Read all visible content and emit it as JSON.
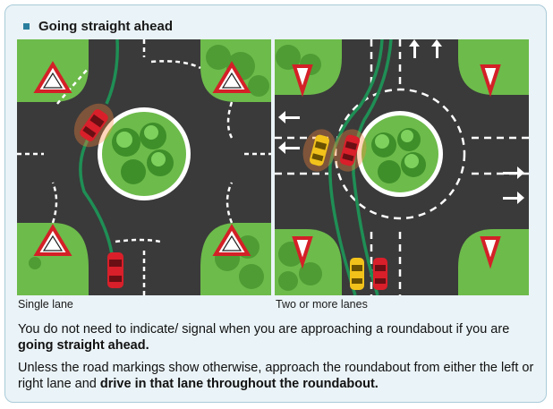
{
  "section": {
    "title": "Going straight ahead"
  },
  "diagrams": {
    "left_caption": "Single lane",
    "right_caption": "Two or more lanes"
  },
  "paragraph1": {
    "text": "You do not need to indicate/ signal when you are approaching a roundabout if you are ",
    "bold": "going straight ahead."
  },
  "paragraph2": {
    "text": "Unless the road markings show otherwise, approach the roundabout from either the left or right lane and ",
    "bold": "drive in that lane throughout the roundabout."
  },
  "colors": {
    "card_background": "#eaf3f7",
    "card_border": "#a9cbd8",
    "bullet": "#2a7f9e",
    "road": "#3a3a3a",
    "grass": "#6dbb4b",
    "path_line": "#1f8f55",
    "red_car": "#d91f2a",
    "yellow_car": "#f2c21b",
    "give_way_sign": "#d42027"
  }
}
